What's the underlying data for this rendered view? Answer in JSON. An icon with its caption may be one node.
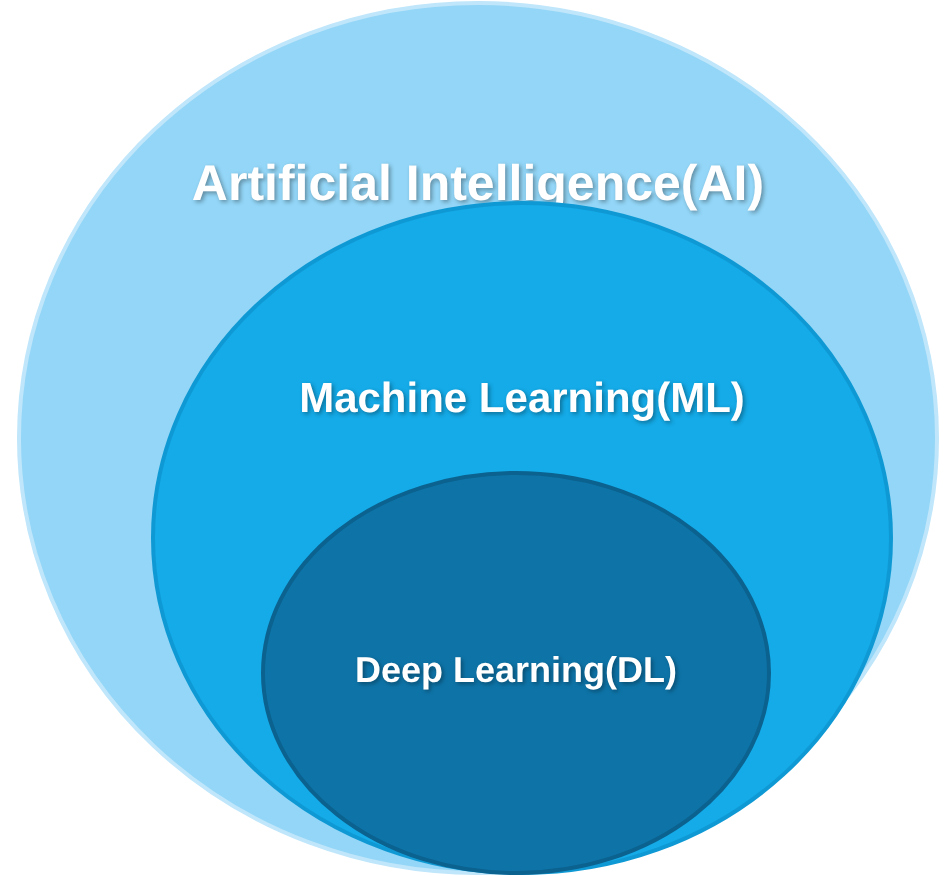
{
  "diagram": {
    "nodes": [
      {
        "text": [
          "Artificial Intelligence(AI)"
        ]
      },
      {
        "text": [
          "Machine Learning(ML)"
        ],
        "in": 0
      },
      {
        "text": [
          "Deep Learning(DL)"
        ],
        "in": 1
      }
    ]
  }
}
